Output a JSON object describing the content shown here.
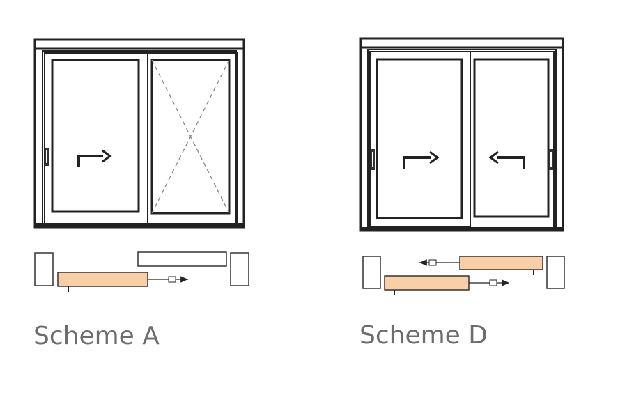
{
  "schemes": [
    {
      "caption": "Scheme A",
      "panels": [
        "sliding-right",
        "fixed"
      ]
    },
    {
      "caption": "Scheme D",
      "panels": [
        "sliding-right",
        "sliding-left"
      ]
    }
  ],
  "colors": {
    "frame": "#222222",
    "sash_fill": "#f8cfa6",
    "sash_stroke": "#333333",
    "caption": "#6d6d6d",
    "fixed_cross": "#888888"
  },
  "icons": [
    "arrow-right-icon",
    "arrow-left-icon",
    "handle-icon",
    "fixed-panel-cross-icon",
    "slide-arrow-icon"
  ]
}
